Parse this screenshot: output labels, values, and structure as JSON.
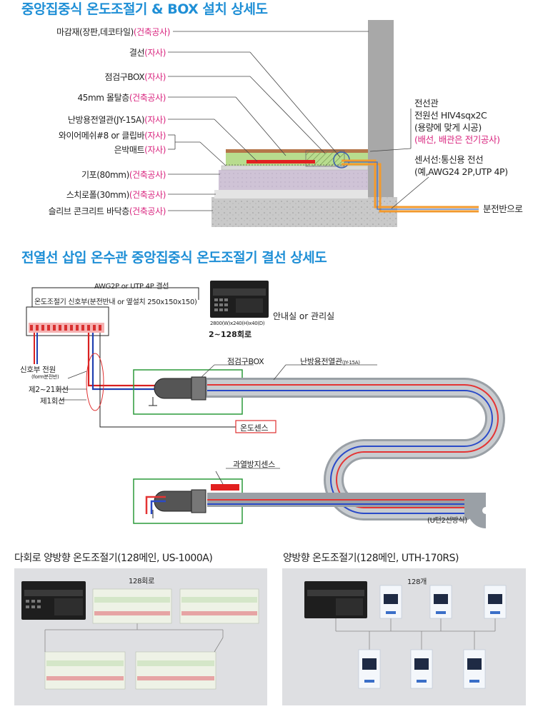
{
  "section1": {
    "title": "중앙집중식 온도조절기 & BOX 설치 상세도",
    "labels": [
      {
        "main": "마감재(장판,데코타일)",
        "accent": "(건축공사)"
      },
      {
        "main": "결선",
        "accent": "(자사)"
      },
      {
        "main": "점검구BOX",
        "accent": "(자사)"
      },
      {
        "main": "45mm 몰탈층",
        "accent": "(건축공사)"
      },
      {
        "main": "난방용전열관(JY-15A)",
        "accent": "(자사)"
      },
      {
        "main": "와이어메쉬#8 or 클립바",
        "accent": "(자사)"
      },
      {
        "main": "은박매트",
        "accent": "(자사)"
      },
      {
        "main": "기포(80mm)",
        "accent": "(건축공사)"
      },
      {
        "main": "스치로폴(30mm)",
        "accent": "(건축공사)"
      },
      {
        "main": "슬리브 콘크리트 바닥층",
        "accent": "(건축공사)"
      }
    ],
    "right": {
      "line1": "전선관",
      "line2": "전원선 HIV4sqx2C",
      "line3": "(용량에 맞게 시공)",
      "line4": "(배선, 배관은 전기공사)",
      "line5": "센서선:통신용 전선",
      "line6": "(예,AWG24 2P,UTP 4P)",
      "to_panel": "분전반으로"
    }
  },
  "section2": {
    "title": "전열선 삽입 온수관 중앙집중식 온도조절기 결선 상세도",
    "awg": "AWG2P or UTP 4P  결선",
    "signal_box": "온도조절기 신호부(분전반내 or 옆설치 250x150x150)",
    "controller_caption": "2800(W)x240(H)x40(D)",
    "controller_range": "2~128회로",
    "room": "안내실 or 관리실",
    "signal_power": "신호부 전원",
    "signal_power_sub": "(form분전반)",
    "wire_2_21": "제2~21회선",
    "wire_1": "제1회선",
    "inspection_box": "점검구BOX",
    "pipe": "난방용전열관",
    "pipe_sub": "(JY-15A)",
    "temp_sensor": "온도센스",
    "overheat_sensor": "과열방지센스",
    "u_turn": "(U턴2선방식)"
  },
  "section3": {
    "left_title": "다회로 양방향 온도조절기(128메인, US-1000A)",
    "left_count": "128회로",
    "right_title": "양방향 온도조절기(128메인, UTH-170RS)",
    "right_count": "128개"
  }
}
